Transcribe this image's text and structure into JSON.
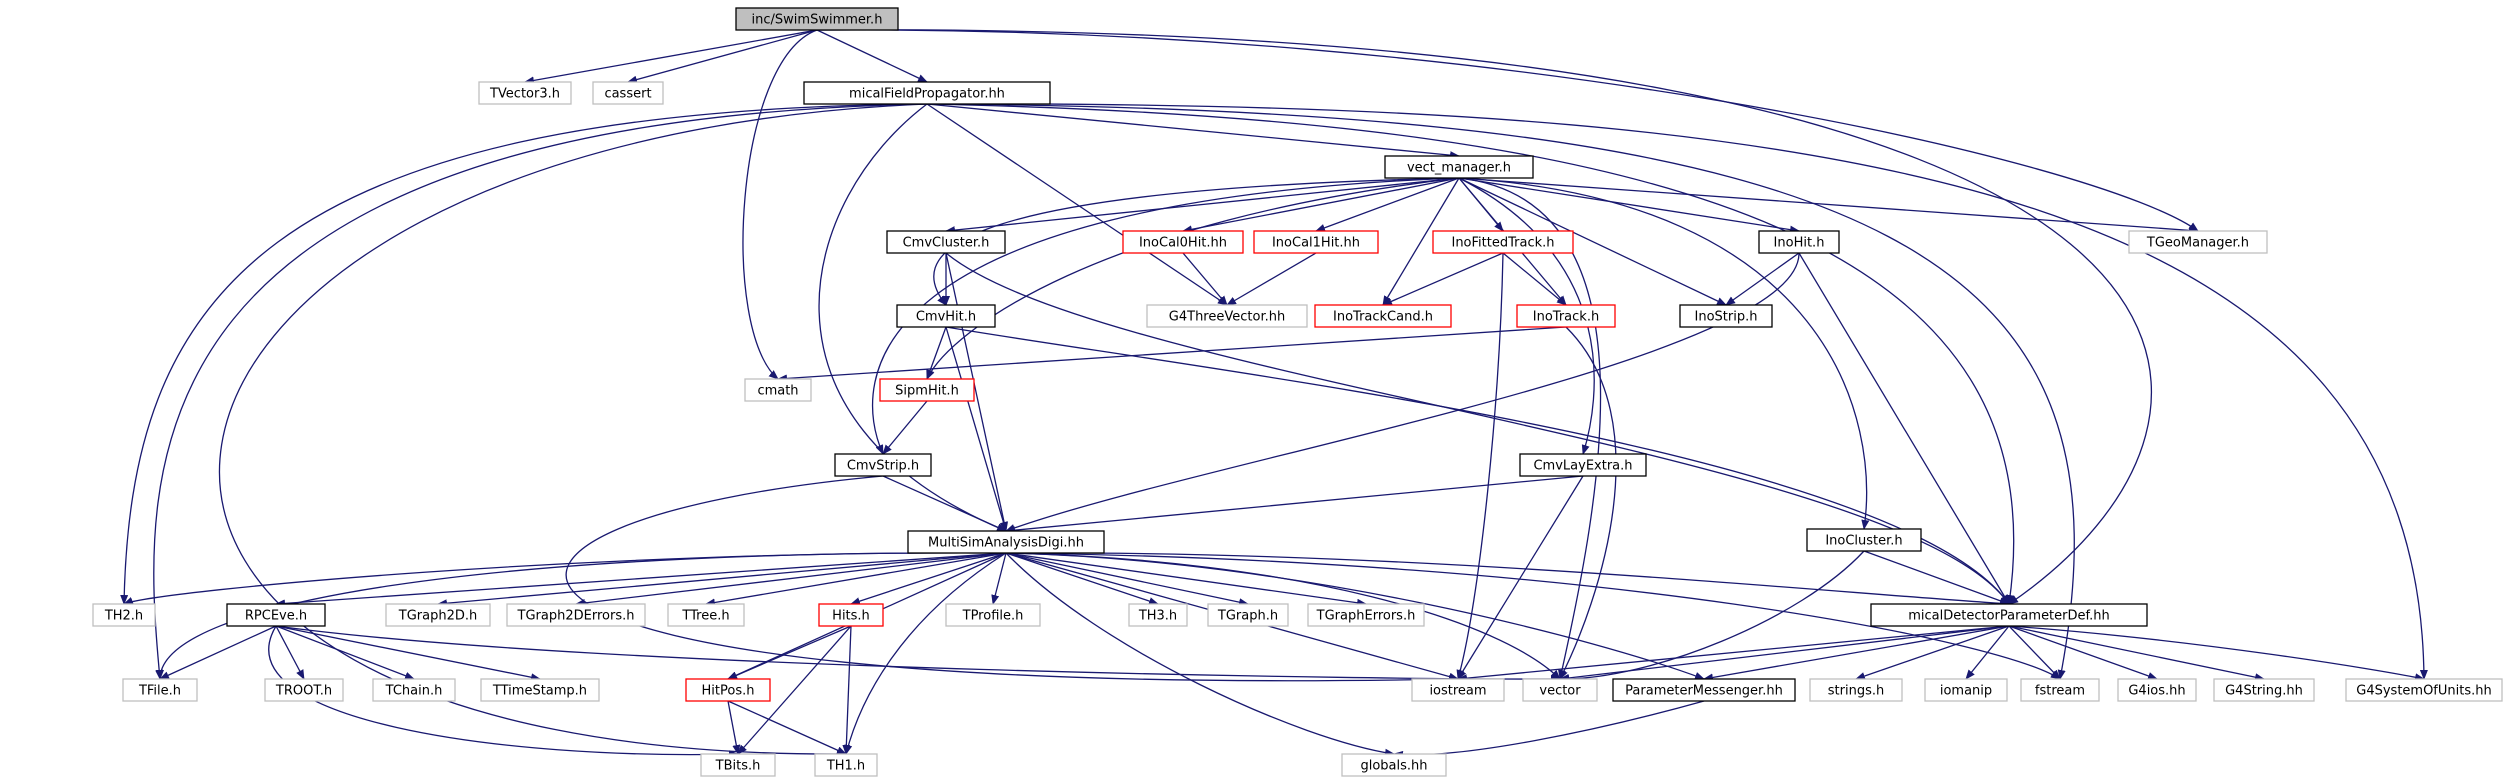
{
  "colors": {
    "edge": "#191970",
    "edge_external": "#7f7f7f",
    "border_default": "#000000",
    "border_external": "#bfbfbf",
    "border_truncated": "#ff0000",
    "root_fill": "#bfbfbf",
    "node_fill": "#ffffff"
  },
  "nodes": [
    {
      "id": "root",
      "label": "inc/SwimSwimmer.h",
      "kind": "root"
    },
    {
      "id": "tvector3",
      "label": "TVector3.h",
      "kind": "external"
    },
    {
      "id": "cassert",
      "label": "cassert",
      "kind": "external"
    },
    {
      "id": "mfp",
      "label": "micalFieldPropagator.hh",
      "kind": "local"
    },
    {
      "id": "vect",
      "label": "vect_manager.h",
      "kind": "local"
    },
    {
      "id": "cmvcluster",
      "label": "CmvCluster.h",
      "kind": "local"
    },
    {
      "id": "inocal0",
      "label": "InoCal0Hit.hh",
      "kind": "truncated"
    },
    {
      "id": "inocal1",
      "label": "InoCal1Hit.hh",
      "kind": "truncated"
    },
    {
      "id": "inofitted",
      "label": "InoFittedTrack.h",
      "kind": "truncated"
    },
    {
      "id": "inohit",
      "label": "InoHit.h",
      "kind": "local"
    },
    {
      "id": "tgeo",
      "label": "TGeoManager.h",
      "kind": "external"
    },
    {
      "id": "cmvhit",
      "label": "CmvHit.h",
      "kind": "local"
    },
    {
      "id": "g4three",
      "label": "G4ThreeVector.hh",
      "kind": "external"
    },
    {
      "id": "inotrackcand",
      "label": "InoTrackCand.h",
      "kind": "truncated"
    },
    {
      "id": "inotrack",
      "label": "InoTrack.h",
      "kind": "truncated"
    },
    {
      "id": "inostrip",
      "label": "InoStrip.h",
      "kind": "local"
    },
    {
      "id": "cmath",
      "label": "cmath",
      "kind": "external"
    },
    {
      "id": "sipmhit",
      "label": "SipmHit.h",
      "kind": "truncated"
    },
    {
      "id": "cmvstrip",
      "label": "CmvStrip.h",
      "kind": "local"
    },
    {
      "id": "cmvlay",
      "label": "CmvLayExtra.h",
      "kind": "local"
    },
    {
      "id": "inocluster",
      "label": "InoCluster.h",
      "kind": "local"
    },
    {
      "id": "msad",
      "label": "MultiSimAnalysisDigi.hh",
      "kind": "local"
    },
    {
      "id": "th2",
      "label": "TH2.h",
      "kind": "external"
    },
    {
      "id": "rpceve",
      "label": "RPCEve.h",
      "kind": "local"
    },
    {
      "id": "tgraph2d",
      "label": "TGraph2D.h",
      "kind": "external"
    },
    {
      "id": "tgraph2derr",
      "label": "TGraph2DErrors.h",
      "kind": "external"
    },
    {
      "id": "ttree",
      "label": "TTree.h",
      "kind": "external"
    },
    {
      "id": "hits",
      "label": "Hits.h",
      "kind": "truncated"
    },
    {
      "id": "tprofile",
      "label": "TProfile.h",
      "kind": "external"
    },
    {
      "id": "th3",
      "label": "TH3.h",
      "kind": "external"
    },
    {
      "id": "tgraph",
      "label": "TGraph.h",
      "kind": "external"
    },
    {
      "id": "tgrapherr",
      "label": "TGraphErrors.h",
      "kind": "external"
    },
    {
      "id": "mdpd",
      "label": "micalDetectorParameterDef.hh",
      "kind": "local"
    },
    {
      "id": "tfile",
      "label": "TFile.h",
      "kind": "external"
    },
    {
      "id": "troot",
      "label": "TROOT.h",
      "kind": "external"
    },
    {
      "id": "tchain",
      "label": "TChain.h",
      "kind": "external"
    },
    {
      "id": "ttimestamp",
      "label": "TTimeStamp.h",
      "kind": "external"
    },
    {
      "id": "hitpos",
      "label": "HitPos.h",
      "kind": "truncated"
    },
    {
      "id": "iostream",
      "label": "iostream",
      "kind": "external"
    },
    {
      "id": "vector",
      "label": "vector",
      "kind": "external"
    },
    {
      "id": "parammess",
      "label": "ParameterMessenger.hh",
      "kind": "local"
    },
    {
      "id": "strings",
      "label": "strings.h",
      "kind": "external"
    },
    {
      "id": "iomanip",
      "label": "iomanip",
      "kind": "external"
    },
    {
      "id": "fstream",
      "label": "fstream",
      "kind": "external"
    },
    {
      "id": "g4ios",
      "label": "G4ios.hh",
      "kind": "external"
    },
    {
      "id": "g4string",
      "label": "G4String.hh",
      "kind": "external"
    },
    {
      "id": "g4units",
      "label": "G4SystemOfUnits.hh",
      "kind": "external"
    },
    {
      "id": "tbits",
      "label": "TBits.h",
      "kind": "external"
    },
    {
      "id": "th1",
      "label": "TH1.h",
      "kind": "external"
    },
    {
      "id": "globals",
      "label": "globals.hh",
      "kind": "external"
    }
  ],
  "edges": [
    [
      "root",
      "tvector3"
    ],
    [
      "root",
      "cassert"
    ],
    [
      "root",
      "mfp"
    ],
    [
      "root",
      "cmath"
    ],
    [
      "root",
      "tgeo"
    ],
    [
      "root",
      "mdpd"
    ],
    [
      "mfp",
      "vect"
    ],
    [
      "mfp",
      "g4three"
    ],
    [
      "mfp",
      "msad"
    ],
    [
      "mfp",
      "th2"
    ],
    [
      "mfp",
      "tfile"
    ],
    [
      "mfp",
      "th1"
    ],
    [
      "mfp",
      "mdpd"
    ],
    [
      "mfp",
      "g4units"
    ],
    [
      "mfp",
      "fstream"
    ],
    [
      "vect",
      "cmvcluster"
    ],
    [
      "vect",
      "inocal0"
    ],
    [
      "vect",
      "inocal1"
    ],
    [
      "vect",
      "inofitted"
    ],
    [
      "vect",
      "inohit"
    ],
    [
      "vect",
      "tgeo"
    ],
    [
      "vect",
      "cmvhit"
    ],
    [
      "vect",
      "inotrackcand"
    ],
    [
      "vect",
      "inotrack"
    ],
    [
      "vect",
      "inostrip"
    ],
    [
      "vect",
      "sipmhit"
    ],
    [
      "vect",
      "cmvstrip"
    ],
    [
      "vect",
      "cmvlay"
    ],
    [
      "vect",
      "inocluster"
    ],
    [
      "vect",
      "vector"
    ],
    [
      "cmvcluster",
      "cmvhit"
    ],
    [
      "cmvcluster",
      "msad"
    ],
    [
      "cmvcluster",
      "mdpd"
    ],
    [
      "inocal0",
      "g4three"
    ],
    [
      "inocal1",
      "g4three"
    ],
    [
      "inofitted",
      "inotrackcand"
    ],
    [
      "inofitted",
      "inotrack"
    ],
    [
      "inofitted",
      "iostream"
    ],
    [
      "inohit",
      "inostrip"
    ],
    [
      "inohit",
      "msad"
    ],
    [
      "inohit",
      "mdpd"
    ],
    [
      "cmvhit",
      "sipmhit"
    ],
    [
      "cmvhit",
      "msad"
    ],
    [
      "cmvhit",
      "mdpd"
    ],
    [
      "inotrack",
      "cmath"
    ],
    [
      "inotrack",
      "vector"
    ],
    [
      "sipmhit",
      "cmvstrip"
    ],
    [
      "cmvstrip",
      "msad"
    ],
    [
      "cmvstrip",
      "iostream"
    ],
    [
      "cmvlay",
      "msad"
    ],
    [
      "cmvlay",
      "iostream"
    ],
    [
      "inocluster",
      "mdpd"
    ],
    [
      "inocluster",
      "vector"
    ],
    [
      "msad",
      "th2"
    ],
    [
      "msad",
      "rpceve"
    ],
    [
      "msad",
      "tgraph2d"
    ],
    [
      "msad",
      "tgraph2derr"
    ],
    [
      "msad",
      "ttree"
    ],
    [
      "msad",
      "hits"
    ],
    [
      "msad",
      "tprofile"
    ],
    [
      "msad",
      "th3"
    ],
    [
      "msad",
      "tgraph"
    ],
    [
      "msad",
      "tgrapherr"
    ],
    [
      "msad",
      "mdpd"
    ],
    [
      "msad",
      "tfile"
    ],
    [
      "msad",
      "hitpos"
    ],
    [
      "msad",
      "th1"
    ],
    [
      "msad",
      "iostream"
    ],
    [
      "msad",
      "vector"
    ],
    [
      "msad",
      "parammess"
    ],
    [
      "msad",
      "fstream"
    ],
    [
      "msad",
      "globals"
    ],
    [
      "rpceve",
      "tfile"
    ],
    [
      "rpceve",
      "troot"
    ],
    [
      "rpceve",
      "tchain"
    ],
    [
      "rpceve",
      "ttimestamp"
    ],
    [
      "rpceve",
      "tbits"
    ],
    [
      "rpceve",
      "vector"
    ],
    [
      "hits",
      "hitpos"
    ],
    [
      "hits",
      "tbits"
    ],
    [
      "hits",
      "th1"
    ],
    [
      "hitpos",
      "tbits"
    ],
    [
      "hitpos",
      "th1"
    ],
    [
      "mdpd",
      "iostream"
    ],
    [
      "mdpd",
      "vector"
    ],
    [
      "mdpd",
      "parammess"
    ],
    [
      "mdpd",
      "strings"
    ],
    [
      "mdpd",
      "iomanip"
    ],
    [
      "mdpd",
      "fstream"
    ],
    [
      "mdpd",
      "g4ios"
    ],
    [
      "mdpd",
      "g4string"
    ],
    [
      "mdpd",
      "g4units"
    ],
    [
      "parammess",
      "globals"
    ]
  ]
}
